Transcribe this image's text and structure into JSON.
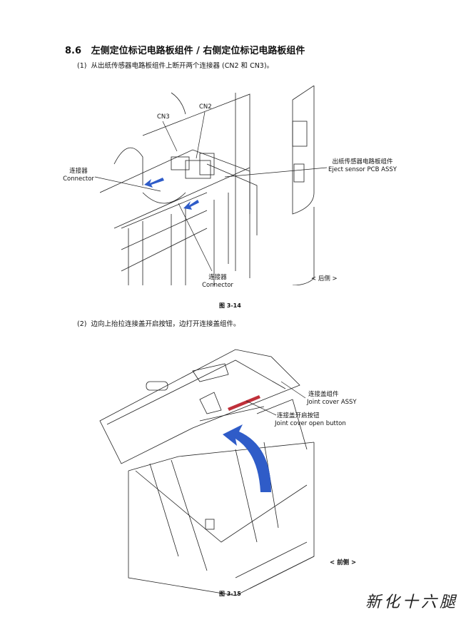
{
  "section": {
    "number": "8.6",
    "title": "左侧定位标记电路板组件 / 右侧定位标记电路板组件"
  },
  "steps": [
    {
      "num": "(1)",
      "text": "从出纸传感器电路板组件上断开两个连接器 (CN2 和 CN3)。"
    },
    {
      "num": "(2)",
      "text": "边向上抬拉连接盖开启按钮，边打开连接盖组件。"
    }
  ],
  "figure1": {
    "caption": "图 3-14",
    "view": "< 后侧 >",
    "labels": {
      "cn2": "CN2",
      "cn3": "CN3",
      "connector_left_zh": "连接器",
      "connector_left_en": "Connector",
      "connector_bottom_zh": "连接器",
      "connector_bottom_en": "Connector",
      "eject_zh": "出纸传感器电路板组件",
      "eject_en": "Eject sensor PCB ASSY"
    }
  },
  "figure2": {
    "caption": "图 3-15",
    "view": "< 前侧 >",
    "labels": {
      "joint_zh": "连接盖组件",
      "joint_en": "Joint cover ASSY",
      "button_zh": "连接盖开启按钮",
      "button_en": "Joint cover open button"
    }
  },
  "watermark": "新化十六腿",
  "colors": {
    "arrow": "#2f5cc8",
    "button": "#c0303a"
  }
}
